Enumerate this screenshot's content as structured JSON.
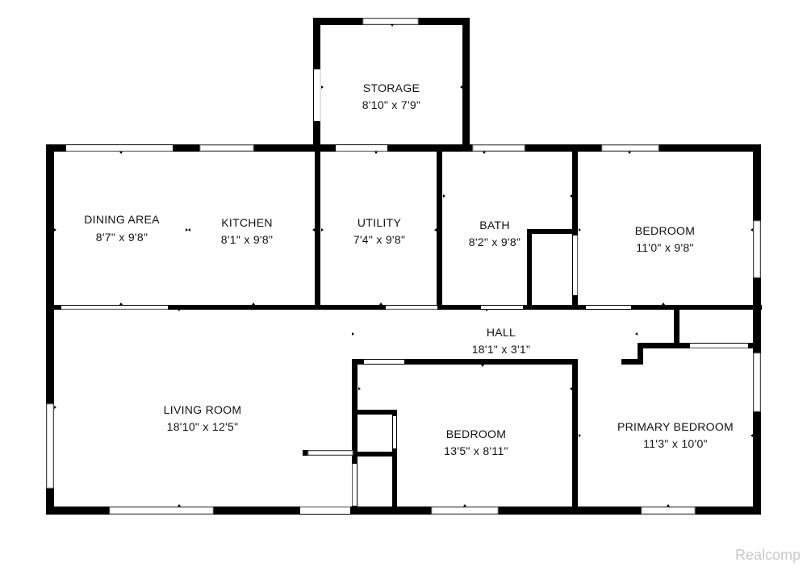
{
  "watermark": "Realcomp",
  "rooms": {
    "storage": {
      "name": "STORAGE",
      "dims": "8'10\" x 7'9\""
    },
    "dining": {
      "name": "DINING AREA",
      "dims": "8'7\" x 9'8\""
    },
    "kitchen": {
      "name": "KITCHEN",
      "dims": "8'1\" x 9'8\""
    },
    "utility": {
      "name": "UTILITY",
      "dims": "7'4\" x 9'8\""
    },
    "bath": {
      "name": "BATH",
      "dims": "8'2\" x 9'8\""
    },
    "bedroom1": {
      "name": "BEDROOM",
      "dims": "11'0\" x 9'8\""
    },
    "hall": {
      "name": "HALL",
      "dims": "18'1\" x 3'1\""
    },
    "living": {
      "name": "LIVING ROOM",
      "dims": "18'10\" x 12'5\""
    },
    "bedroom2": {
      "name": "BEDROOM",
      "dims": "13'5\" x 8'11\""
    },
    "primary": {
      "name": "PRIMARY BEDROOM",
      "dims": "11'3\" x 10'0\""
    }
  },
  "colors": {
    "wall": "#000000",
    "window": "#9a9a9a",
    "watermark": "#c9c9c9"
  }
}
